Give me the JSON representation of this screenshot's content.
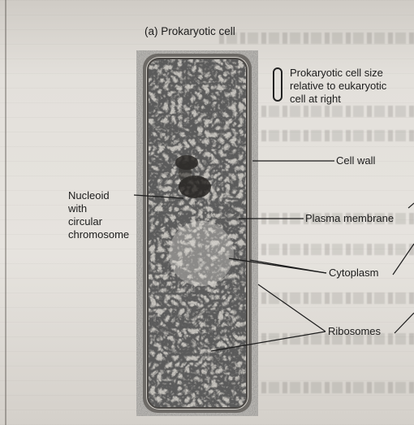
{
  "figure": {
    "title": "(a) Prokaryotic cell",
    "size_note_lines": [
      "Prokaryotic cell size",
      "relative to eukaryotic",
      "cell at right"
    ],
    "size_icon": "capsule-outline-icon"
  },
  "labels": {
    "cell_wall": "Cell wall",
    "nucleoid_lines": [
      "Nucleoid",
      "with",
      "circular",
      "chromosome"
    ],
    "plasma_membrane": "Plasma membrane",
    "cytoplasm": "Cytoplasm",
    "ribosomes": "Ribosomes"
  }
}
